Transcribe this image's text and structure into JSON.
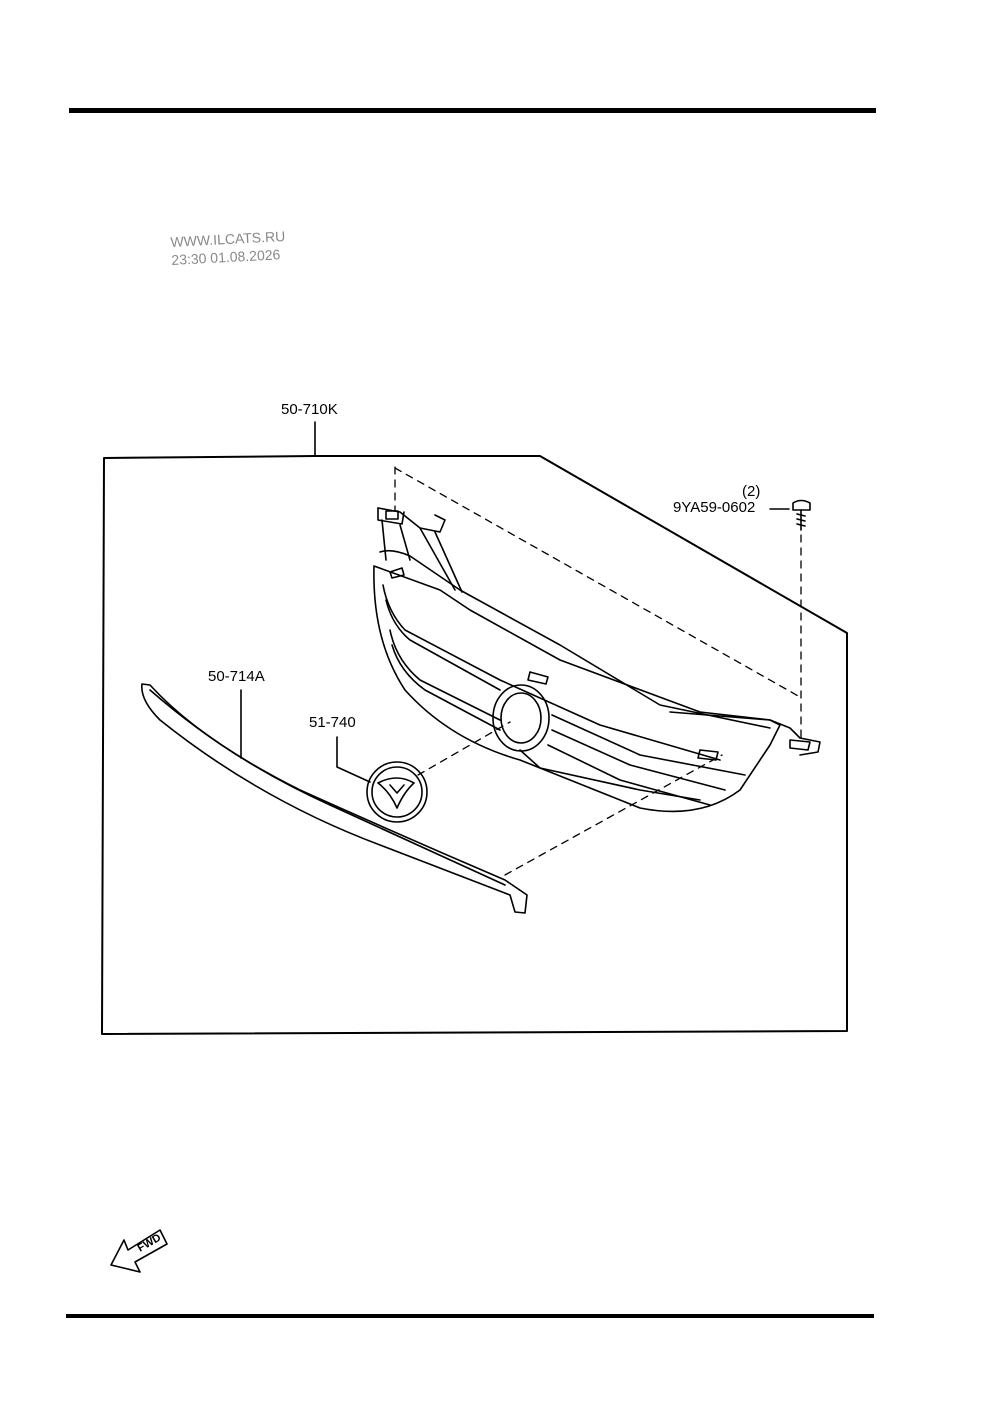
{
  "watermark": {
    "line1": "WWW.ILCATS.RU",
    "line2": "23:30 01.08.2026"
  },
  "parts": {
    "grille_assembly": "50-710K",
    "molding": "50-714A",
    "emblem": "51-740",
    "screw_quantity": "(2)",
    "screw": "9YA59-0602"
  },
  "direction_marker": {
    "text": "FWD",
    "icon": "arrow-left-icon"
  },
  "colors": {
    "ink": "#000000",
    "paper": "#ffffff",
    "watermark": "#888888"
  }
}
